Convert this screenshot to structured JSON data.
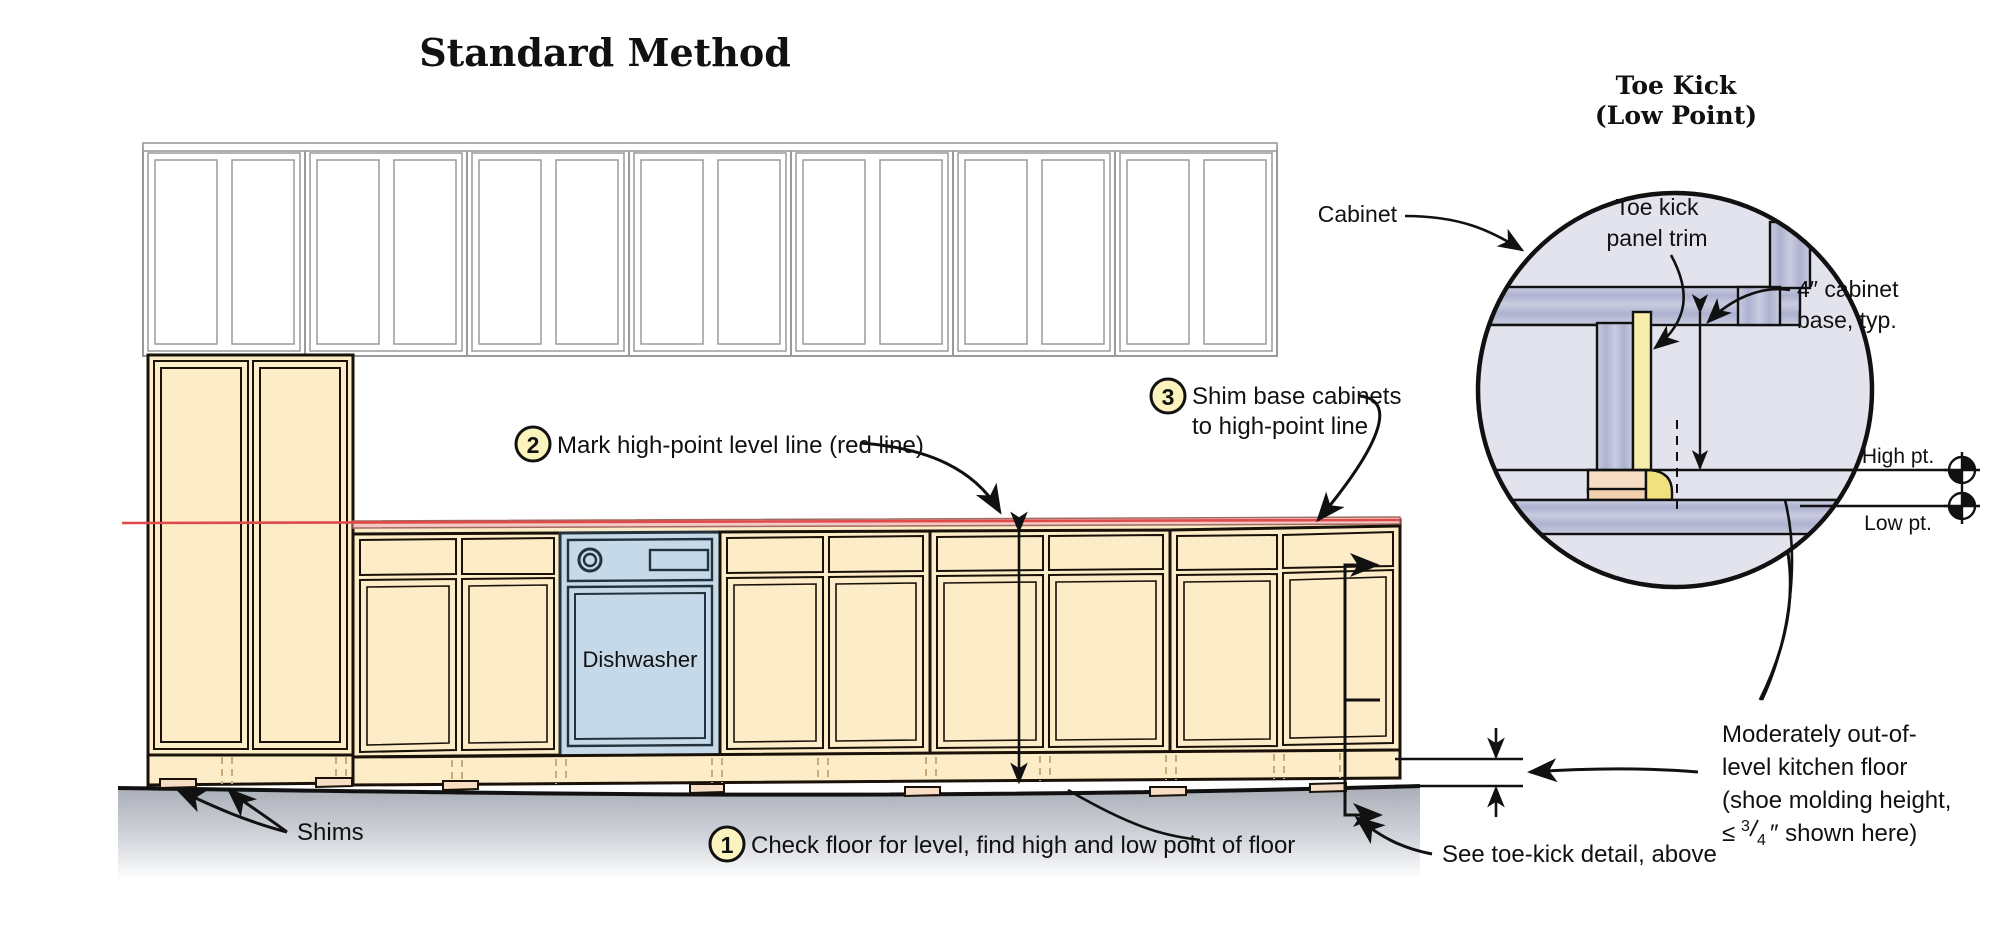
{
  "titles": {
    "main": "Standard Method",
    "detail_line1": "Toe Kick",
    "detail_line2": "(Low Point)"
  },
  "callouts": [
    {
      "num": "1",
      "line1": "Check floor for level, find high and low point of floor",
      "line2": ""
    },
    {
      "num": "2",
      "line1": "Mark high-point level line (red line)",
      "line2": ""
    },
    {
      "num": "3",
      "line1": "Shim base cabinets",
      "line2": "to high-point line"
    }
  ],
  "labels": {
    "shims": "Shims",
    "dishwasher": "Dishwasher",
    "see_toe_kick": "See toe-kick detail, above",
    "cabinet": "Cabinet",
    "toe_kick_trim_l1": "Toe kick",
    "toe_kick_trim_l2": "panel trim",
    "base_dim_l1": "4″ cabinet",
    "base_dim_l2": "base, typ.",
    "high_pt": "High pt.",
    "low_pt": "Low pt.",
    "floor_note_l1": "Moderately out-of-",
    "floor_note_l2": "level kitchen floor",
    "floor_note_l3": "(shoe molding height,",
    "floor_note_l4_pre": "≤",
    "floor_note_l4_num": "3",
    "floor_note_l4_den": "4",
    "floor_note_l4_post": "″ shown here)"
  },
  "colors": {
    "cabinet_fill": "#fdecc8",
    "cabinet_stroke": "#1a1208",
    "wall_cab_fill": "#ffffff",
    "wall_cab_stroke": "#9a9a9a",
    "level_line": "#e04a4a",
    "dishwasher_fill": "#c5d9e8",
    "dishwasher_stroke": "#24323d",
    "detail_fill": "#e3e3ee",
    "detail_stroke": "#111111",
    "trim_yellow": "#f7eeaa",
    "lumber_blue": "#b9bcd8",
    "shim_wood": "#f6ddc4",
    "floor_gray": "#b9bcc4",
    "callout_fill": "#fbf3bd",
    "ink": "#111111"
  },
  "counts": {
    "wall_cabinet_pairs": 6,
    "shims_visible": 8
  }
}
